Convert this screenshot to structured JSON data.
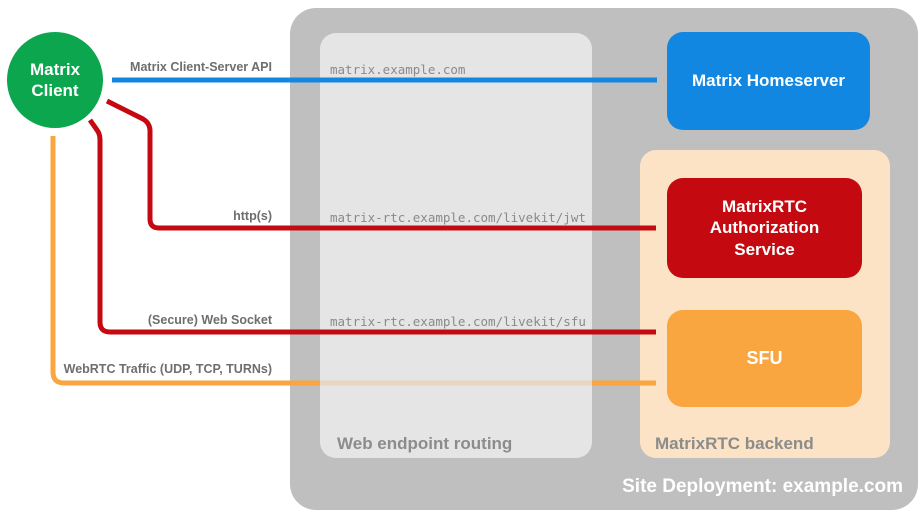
{
  "containers": {
    "deployment": {
      "label": "Site Deployment: example.com"
    },
    "web_routing": {
      "label": "Web endpoint routing"
    },
    "backend": {
      "label": "MatrixRTC backend"
    }
  },
  "nodes": {
    "client": {
      "label": "Matrix Client",
      "color": "#0ca64f"
    },
    "homeserver": {
      "label": "Matrix Homeserver",
      "color": "#1287e1"
    },
    "auth_service": {
      "label": "MatrixRTC Authorization Service",
      "color": "#c40a10"
    },
    "sfu": {
      "label": "SFU",
      "color": "#f9a640"
    }
  },
  "routes": {
    "homeserver": "matrix.example.com",
    "jwt": "matrix-rtc.example.com/livekit/jwt",
    "sfu": "matrix-rtc.example.com/livekit/sfu"
  },
  "connections": {
    "client_server_api": {
      "label": "Matrix Client-Server API",
      "color": "#1287e1",
      "from": "Matrix Client",
      "to": "Matrix Homeserver",
      "bidirectional": true
    },
    "https": {
      "label": "http(s)",
      "color": "#c40a10",
      "from": "Matrix Client",
      "to": "MatrixRTC Authorization Service",
      "bidirectional": true
    },
    "websocket": {
      "label": "(Secure) Web Socket",
      "color": "#c40a10",
      "from": "Matrix Client",
      "to": "SFU",
      "bidirectional": true
    },
    "webrtc": {
      "label": "WebRTC Traffic (UDP, TCP, TURNs)",
      "color": "#f9a640",
      "from": "Matrix Client",
      "to": "SFU",
      "bidirectional": true,
      "note": "bypasses web endpoint routing (drawn faint inside panel)"
    }
  }
}
